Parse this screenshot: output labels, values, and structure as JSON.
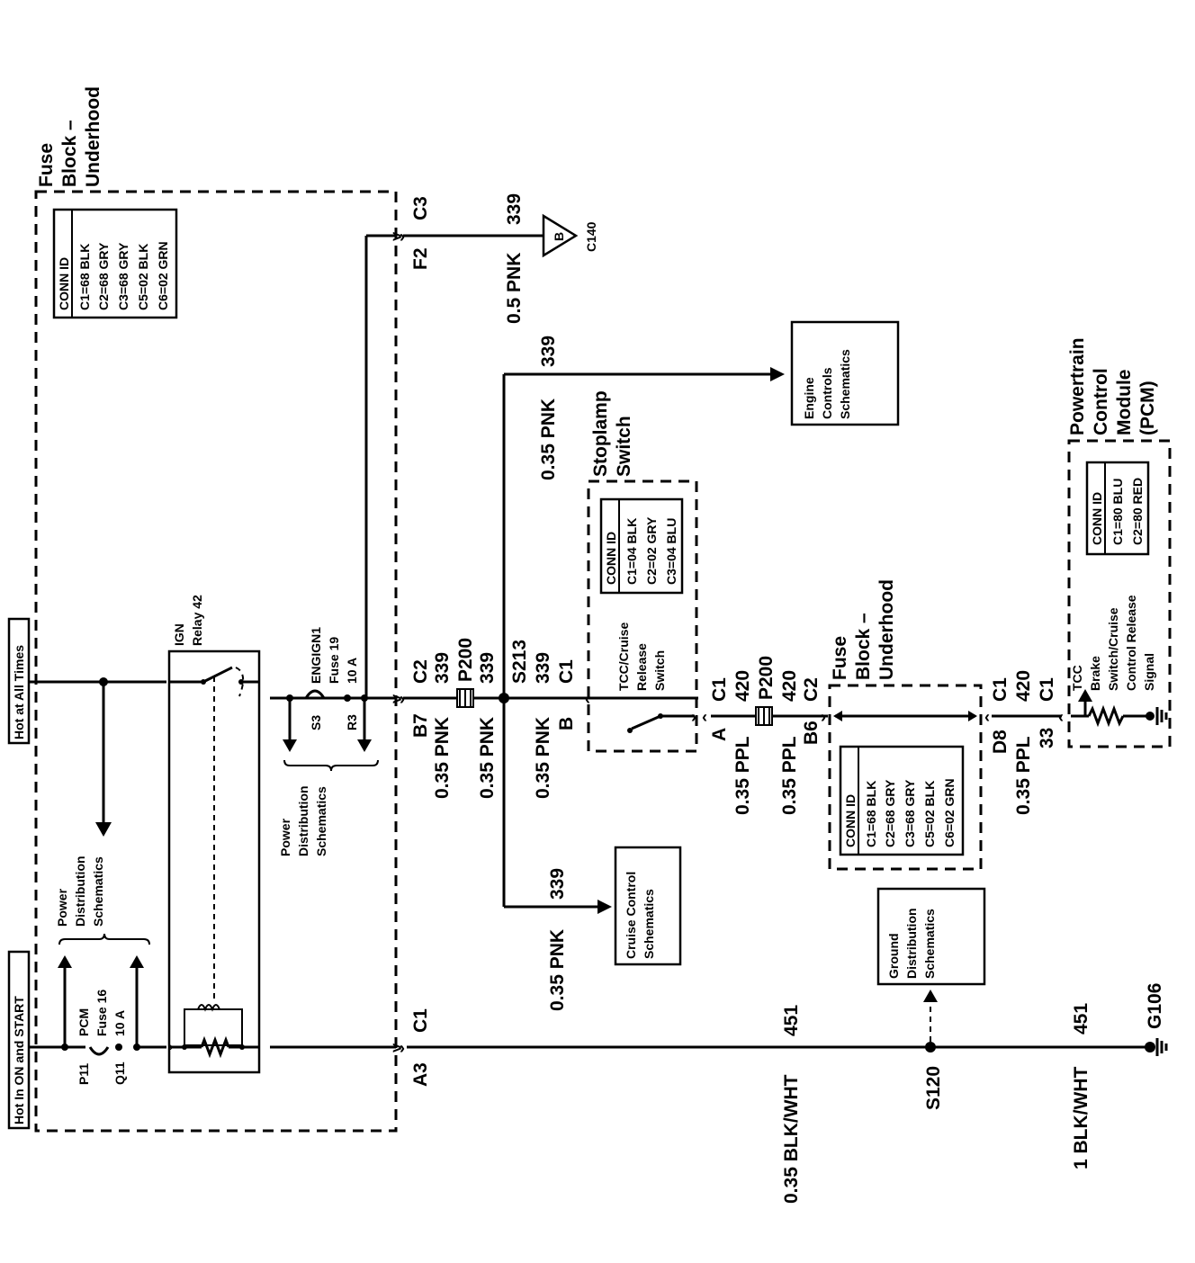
{
  "hot_labels": {
    "hot_at_all_times": "Hot at All Times",
    "hot_in_on_start": "Hot In ON and START"
  },
  "fuse_block_underhood": {
    "title": [
      "Fuse",
      "Block –",
      "Underhood"
    ],
    "conn": [
      "CONN ID",
      "C1=68 BLK",
      "C2=68 GRY",
      "C3=68 GRY",
      "C5=02 BLK",
      "C6=02 GRN"
    ]
  },
  "relay": {
    "label": [
      "IGN",
      "Relay 42"
    ]
  },
  "fuse19": {
    "label": [
      "ENGIGN1",
      "Fuse 19",
      "10 A"
    ],
    "pin_in": "S3",
    "pin_out": "R3"
  },
  "fuse16": {
    "label": [
      "PCM",
      "Fuse 16",
      "10 A"
    ],
    "pin_in": "P11",
    "pin_out": "Q11"
  },
  "power_dist_1": [
    "Power",
    "Distribution",
    "Schematics"
  ],
  "power_dist_2": [
    "Power",
    "Distribution",
    "Schematics"
  ],
  "connector_c2_b7": {
    "c": "C2",
    "pin": "B7",
    "circuit": "339",
    "wire": "0.35 PNK"
  },
  "connector_c3_f2": {
    "c": "C3",
    "pin": "F2",
    "circuit": "339",
    "wire": "0.5 PNK",
    "ref": "B",
    "ref_conn": "C140"
  },
  "p200_top": {
    "label": "P200",
    "circuit": "339",
    "wire": "0.35 PNK"
  },
  "splice_s213": {
    "label": "S213",
    "circuit": "339",
    "conn": "C1",
    "pin": "B",
    "wire": "0.35 PNK"
  },
  "engine_branch": {
    "circuit": "339",
    "wire": "0.35 PNK",
    "box": [
      "Engine",
      "Controls",
      "Schematics"
    ]
  },
  "cruise_branch": {
    "circuit": "339",
    "wire": "0.35 PNK",
    "box": [
      "Cruise Control",
      "Schematics"
    ]
  },
  "stoplamp": {
    "title": [
      "Stoplamp",
      "Switch"
    ],
    "conn": [
      "CONN ID",
      "C1=04 BLK",
      "C2=02 GRY",
      "C3=04 BLU"
    ],
    "switch_label": [
      "TCC/Cruise",
      "Release",
      "Switch"
    ]
  },
  "ppl_section": {
    "c1": "C1",
    "pin_a": "A",
    "circuit": "420",
    "wire": "0.35 PPL",
    "p200": "P200",
    "c2": "C2",
    "pin_b6": "B6",
    "circuit2": "420",
    "wire2": "0.35 PPL"
  },
  "fuse_block_2": {
    "title": [
      "Fuse",
      "Block –",
      "Underhood"
    ],
    "conn": [
      "CONN ID",
      "C1=68 BLK",
      "C2=68 GRY",
      "C3=68 GRY",
      "C5=02 BLK",
      "C6=02 GRN"
    ]
  },
  "pcm_section": {
    "c1_a": "C1",
    "pin_d8": "D8",
    "circuit": "420",
    "wire": "0.35 PPL",
    "c1_b": "C1",
    "pin_33": "33"
  },
  "pcm": {
    "title": [
      "Powertrain",
      "Control",
      "Module",
      "(PCM)"
    ],
    "conn": [
      "CONN ID",
      "C1=80 BLU",
      "C2=80 RED"
    ],
    "signal": [
      "TCC",
      "Brake",
      "Switch/Cruise",
      "Control Release",
      "Signal"
    ]
  },
  "ground_box": [
    "Ground",
    "Distribution",
    "Schematics"
  ],
  "ground": {
    "a3": "A3",
    "c1": "C1",
    "circuit": "451",
    "wire": "0.35 BLK/WHT",
    "splice": "S120",
    "circuit2": "451",
    "wire2": "1 BLK/WHT",
    "g": "G106"
  }
}
